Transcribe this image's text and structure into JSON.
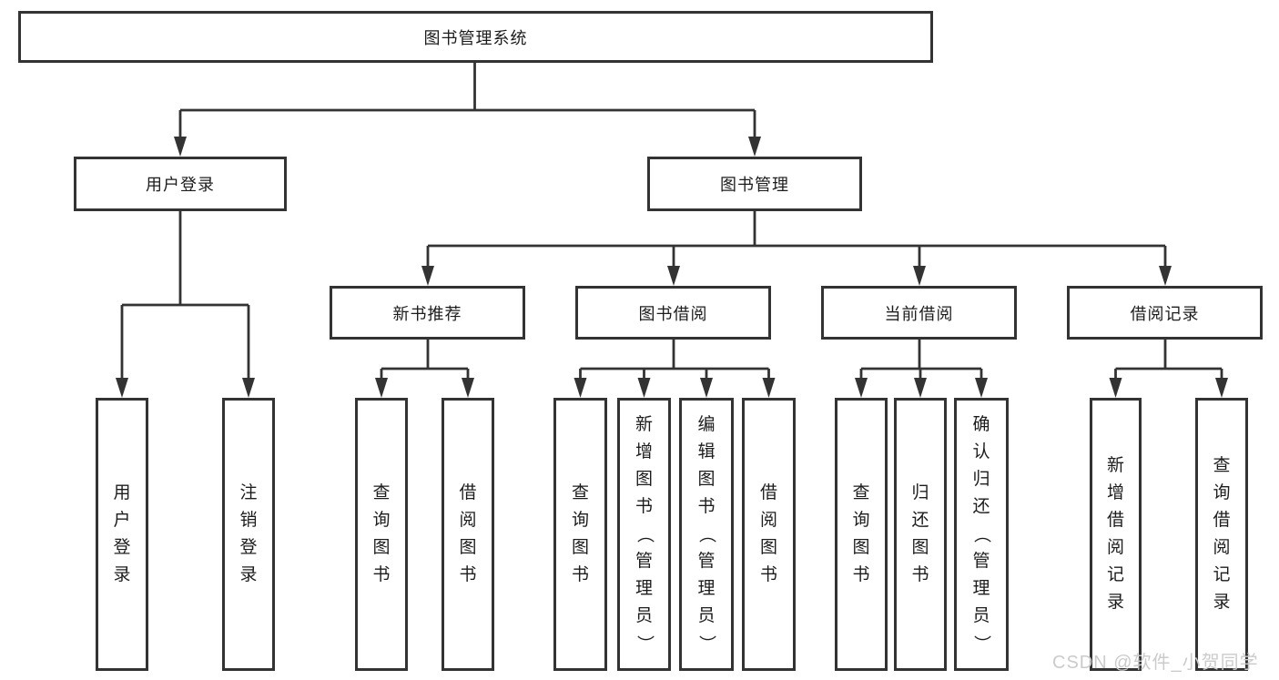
{
  "diagram": {
    "root": {
      "label": "图书管理系统"
    },
    "branches": [
      {
        "label": "用户登录",
        "children": [
          {
            "label": "用户登录"
          },
          {
            "label": "注销登录"
          }
        ]
      },
      {
        "label": "图书管理",
        "children": [
          {
            "label": "新书推荐",
            "children": [
              {
                "label": "查询图书"
              },
              {
                "label": "借阅图书"
              }
            ]
          },
          {
            "label": "图书借阅",
            "children": [
              {
                "label": "查询图书"
              },
              {
                "label": "新增图书（管理员）"
              },
              {
                "label": "编辑图书（管理员）"
              },
              {
                "label": "借阅图书"
              }
            ]
          },
          {
            "label": "当前借阅",
            "children": [
              {
                "label": "查询图书"
              },
              {
                "label": "归还图书"
              },
              {
                "label": "确认归还（管理员）"
              }
            ]
          },
          {
            "label": "借阅记录",
            "children": [
              {
                "label": "新增借阅记录"
              },
              {
                "label": "查询借阅记录"
              }
            ]
          }
        ]
      }
    ]
  },
  "watermark": {
    "text": "CSDN @软件_小贺同学"
  },
  "colors": {
    "line": "#333333",
    "text": "#1c1c1c",
    "watermark": "#cbcbcb",
    "background": "#ffffff"
  }
}
